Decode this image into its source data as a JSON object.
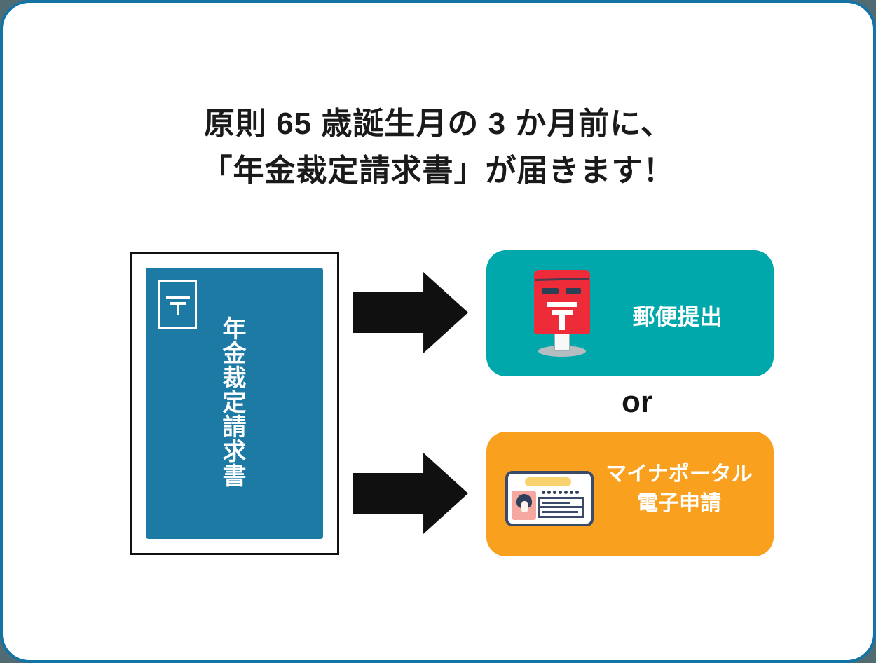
{
  "title": {
    "line1": "原則 65 歳誕生月の 3 か月前に、",
    "line2": "「年金裁定請求書」が届きます！"
  },
  "envelope": {
    "label": "年金裁定請求書",
    "postal_mark": "〒"
  },
  "or_label": "or",
  "options": [
    {
      "id": "mail",
      "label": "郵便提出",
      "icon": "postbox-icon",
      "bg_color": "#00a7ab"
    },
    {
      "id": "digital",
      "label_line1": "マイナポータル",
      "label_line2": "電子申請",
      "icon": "mynumber-card-icon",
      "bg_color": "#f9a01e"
    }
  ],
  "colors": {
    "page_background": "#516b72",
    "card_border_blue": "#1373a4",
    "envelope_blue": "#1c7aa4",
    "mail_teal": "#00a7ab",
    "digital_orange": "#f9a01e",
    "postbox_red": "#ee2b38",
    "icon_navy": "#3a4a6b",
    "card_yellow": "#f8d26e",
    "photo_pink": "#f4a89f",
    "arrow_black": "#101010",
    "text_black": "#1a1a1a",
    "text_white": "#ffffff"
  }
}
